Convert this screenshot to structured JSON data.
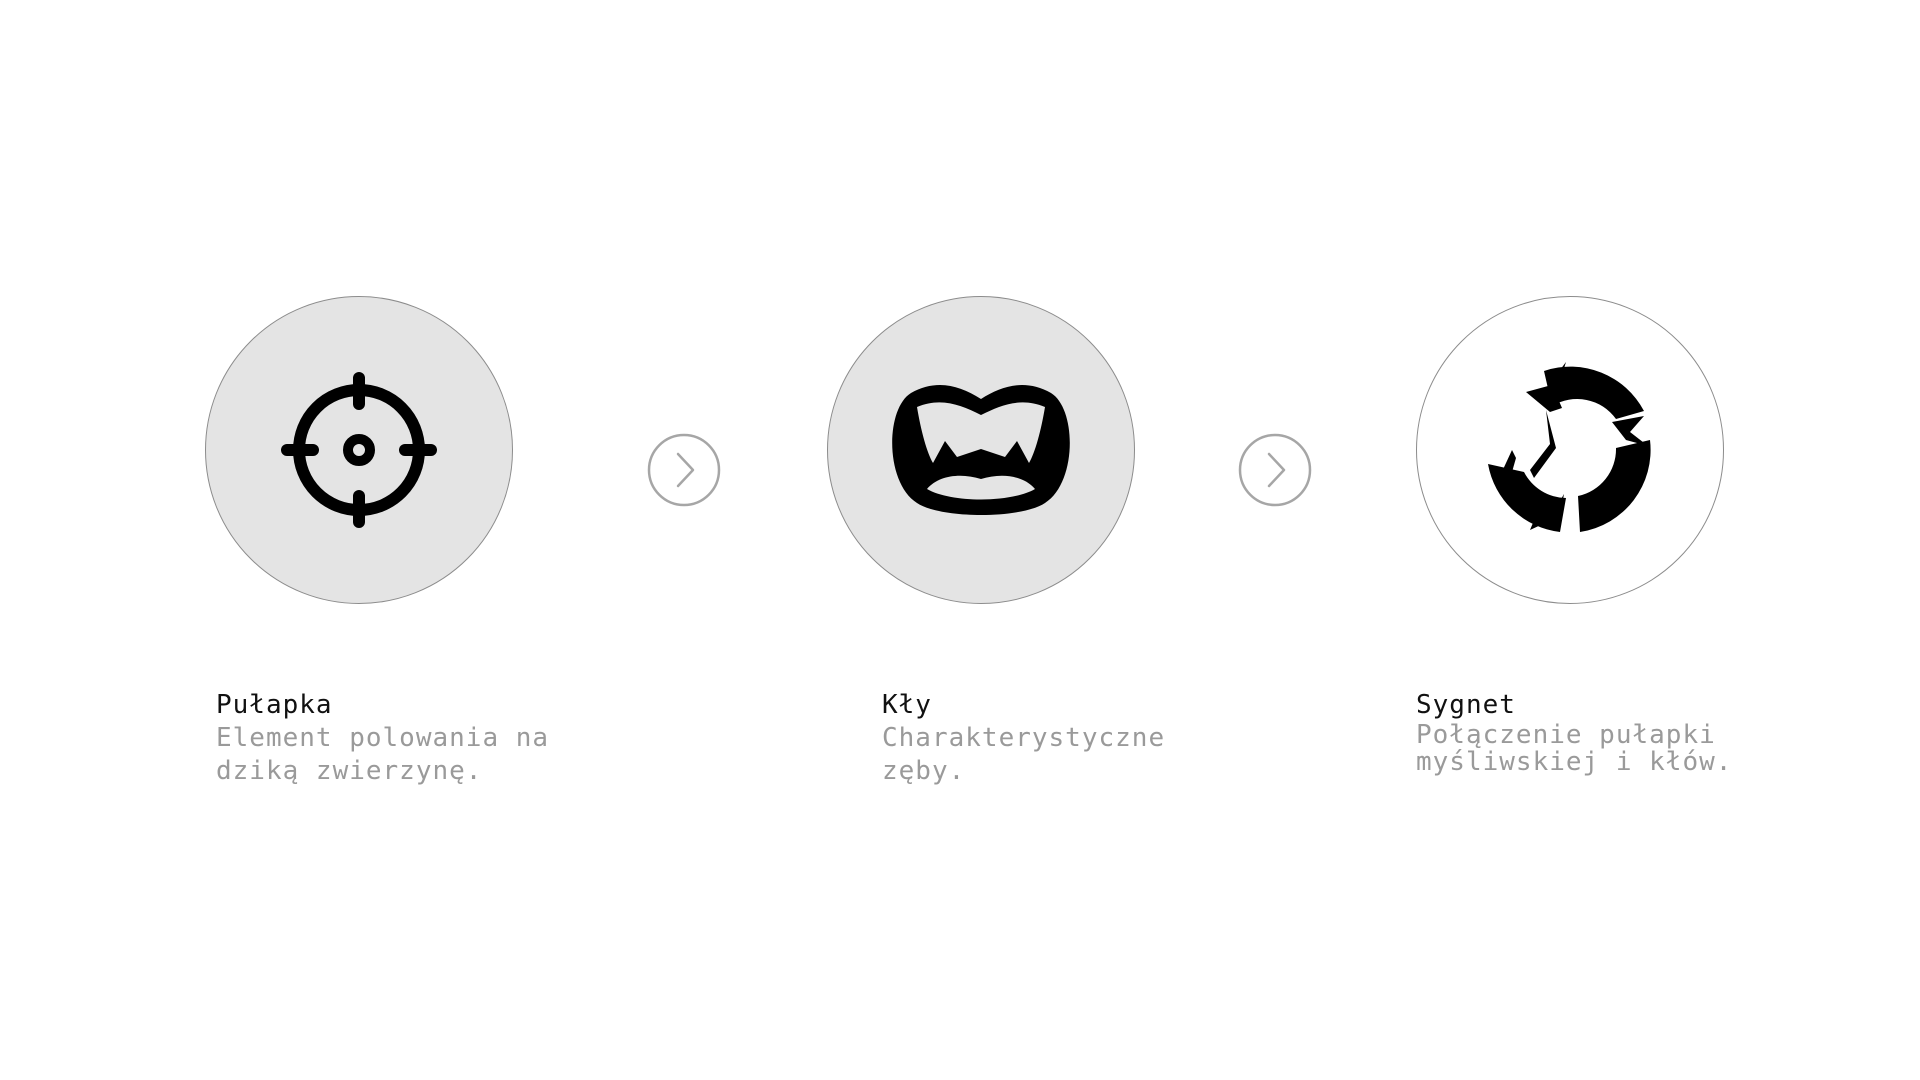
{
  "steps": [
    {
      "title": "Pułapka",
      "description_lines": [
        "Element polowania na",
        "dziką zwierzynę."
      ],
      "icon": "crosshair-icon"
    },
    {
      "title": "Kły",
      "description_lines": [
        "Charakterystyczne",
        "zęby."
      ],
      "icon": "fangs-icon"
    },
    {
      "title": "Sygnet",
      "description_lines": [
        "Połączenie pułapki",
        "myśliwskiej i kłów."
      ],
      "icon": "signet-icon"
    }
  ],
  "connectors": [
    "chevron-right-icon",
    "chevron-right-icon"
  ],
  "colors": {
    "background": "#ffffff",
    "circle_fill": "#e4e4e4",
    "circle_border": "#8c8c8c",
    "icon": "#000000",
    "title_text": "#111111",
    "description_text": "#9a9a9a",
    "arrow": "#a6a6a6"
  }
}
